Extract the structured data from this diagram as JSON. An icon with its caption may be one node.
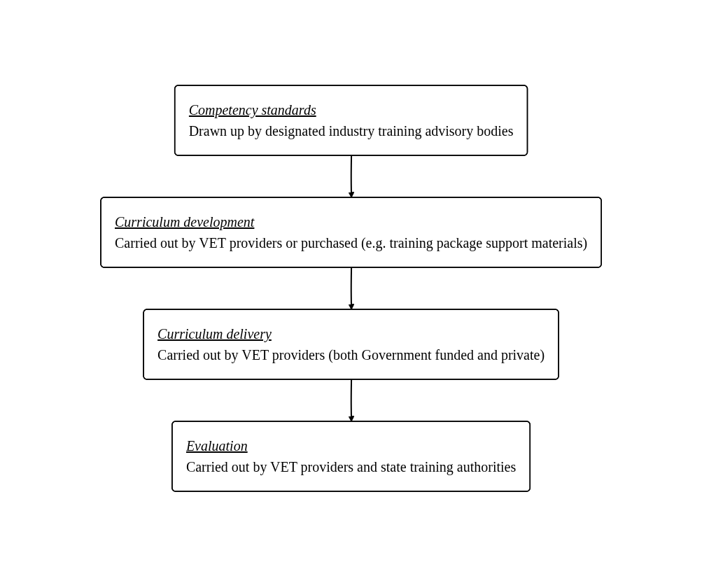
{
  "diagram": {
    "nodes": [
      {
        "text": [
          "Competency standards",
          "Drawn up by designated industry training advisory bodies"
        ]
      },
      {
        "text": [
          "Curriculum development",
          "Carried out by VET providers or purchased (e.g. training package support materials)"
        ]
      },
      {
        "text": [
          "Curriculum delivery",
          "Carried out by VET providers (both Government funded and private)"
        ]
      },
      {
        "text": [
          "Evaluation",
          "Carried out by VET providers and state training authorities"
        ]
      }
    ],
    "edges": [
      {
        "from": 0,
        "to": 1,
        "arrow": "to"
      },
      {
        "from": 1,
        "to": 2,
        "arrow": "to"
      },
      {
        "from": 2,
        "to": 3,
        "arrow": "to"
      }
    ]
  }
}
